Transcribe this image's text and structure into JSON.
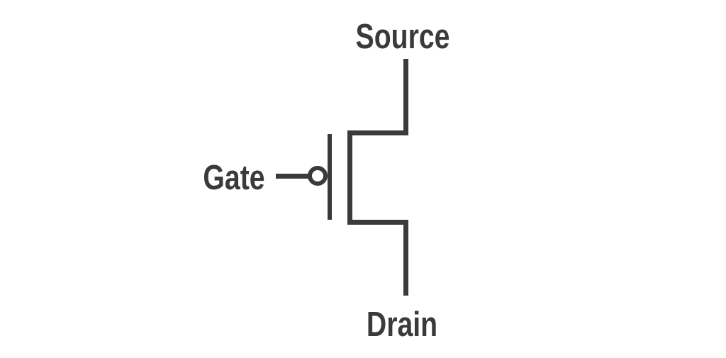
{
  "diagram": {
    "labels": {
      "source": "Source",
      "gate": "Gate",
      "drain": "Drain"
    }
  },
  "colors": {
    "background": "#ffffff",
    "line": "#3a3a3c",
    "text": "#3a3a3c",
    "bubble_fill": "#ffffff"
  }
}
